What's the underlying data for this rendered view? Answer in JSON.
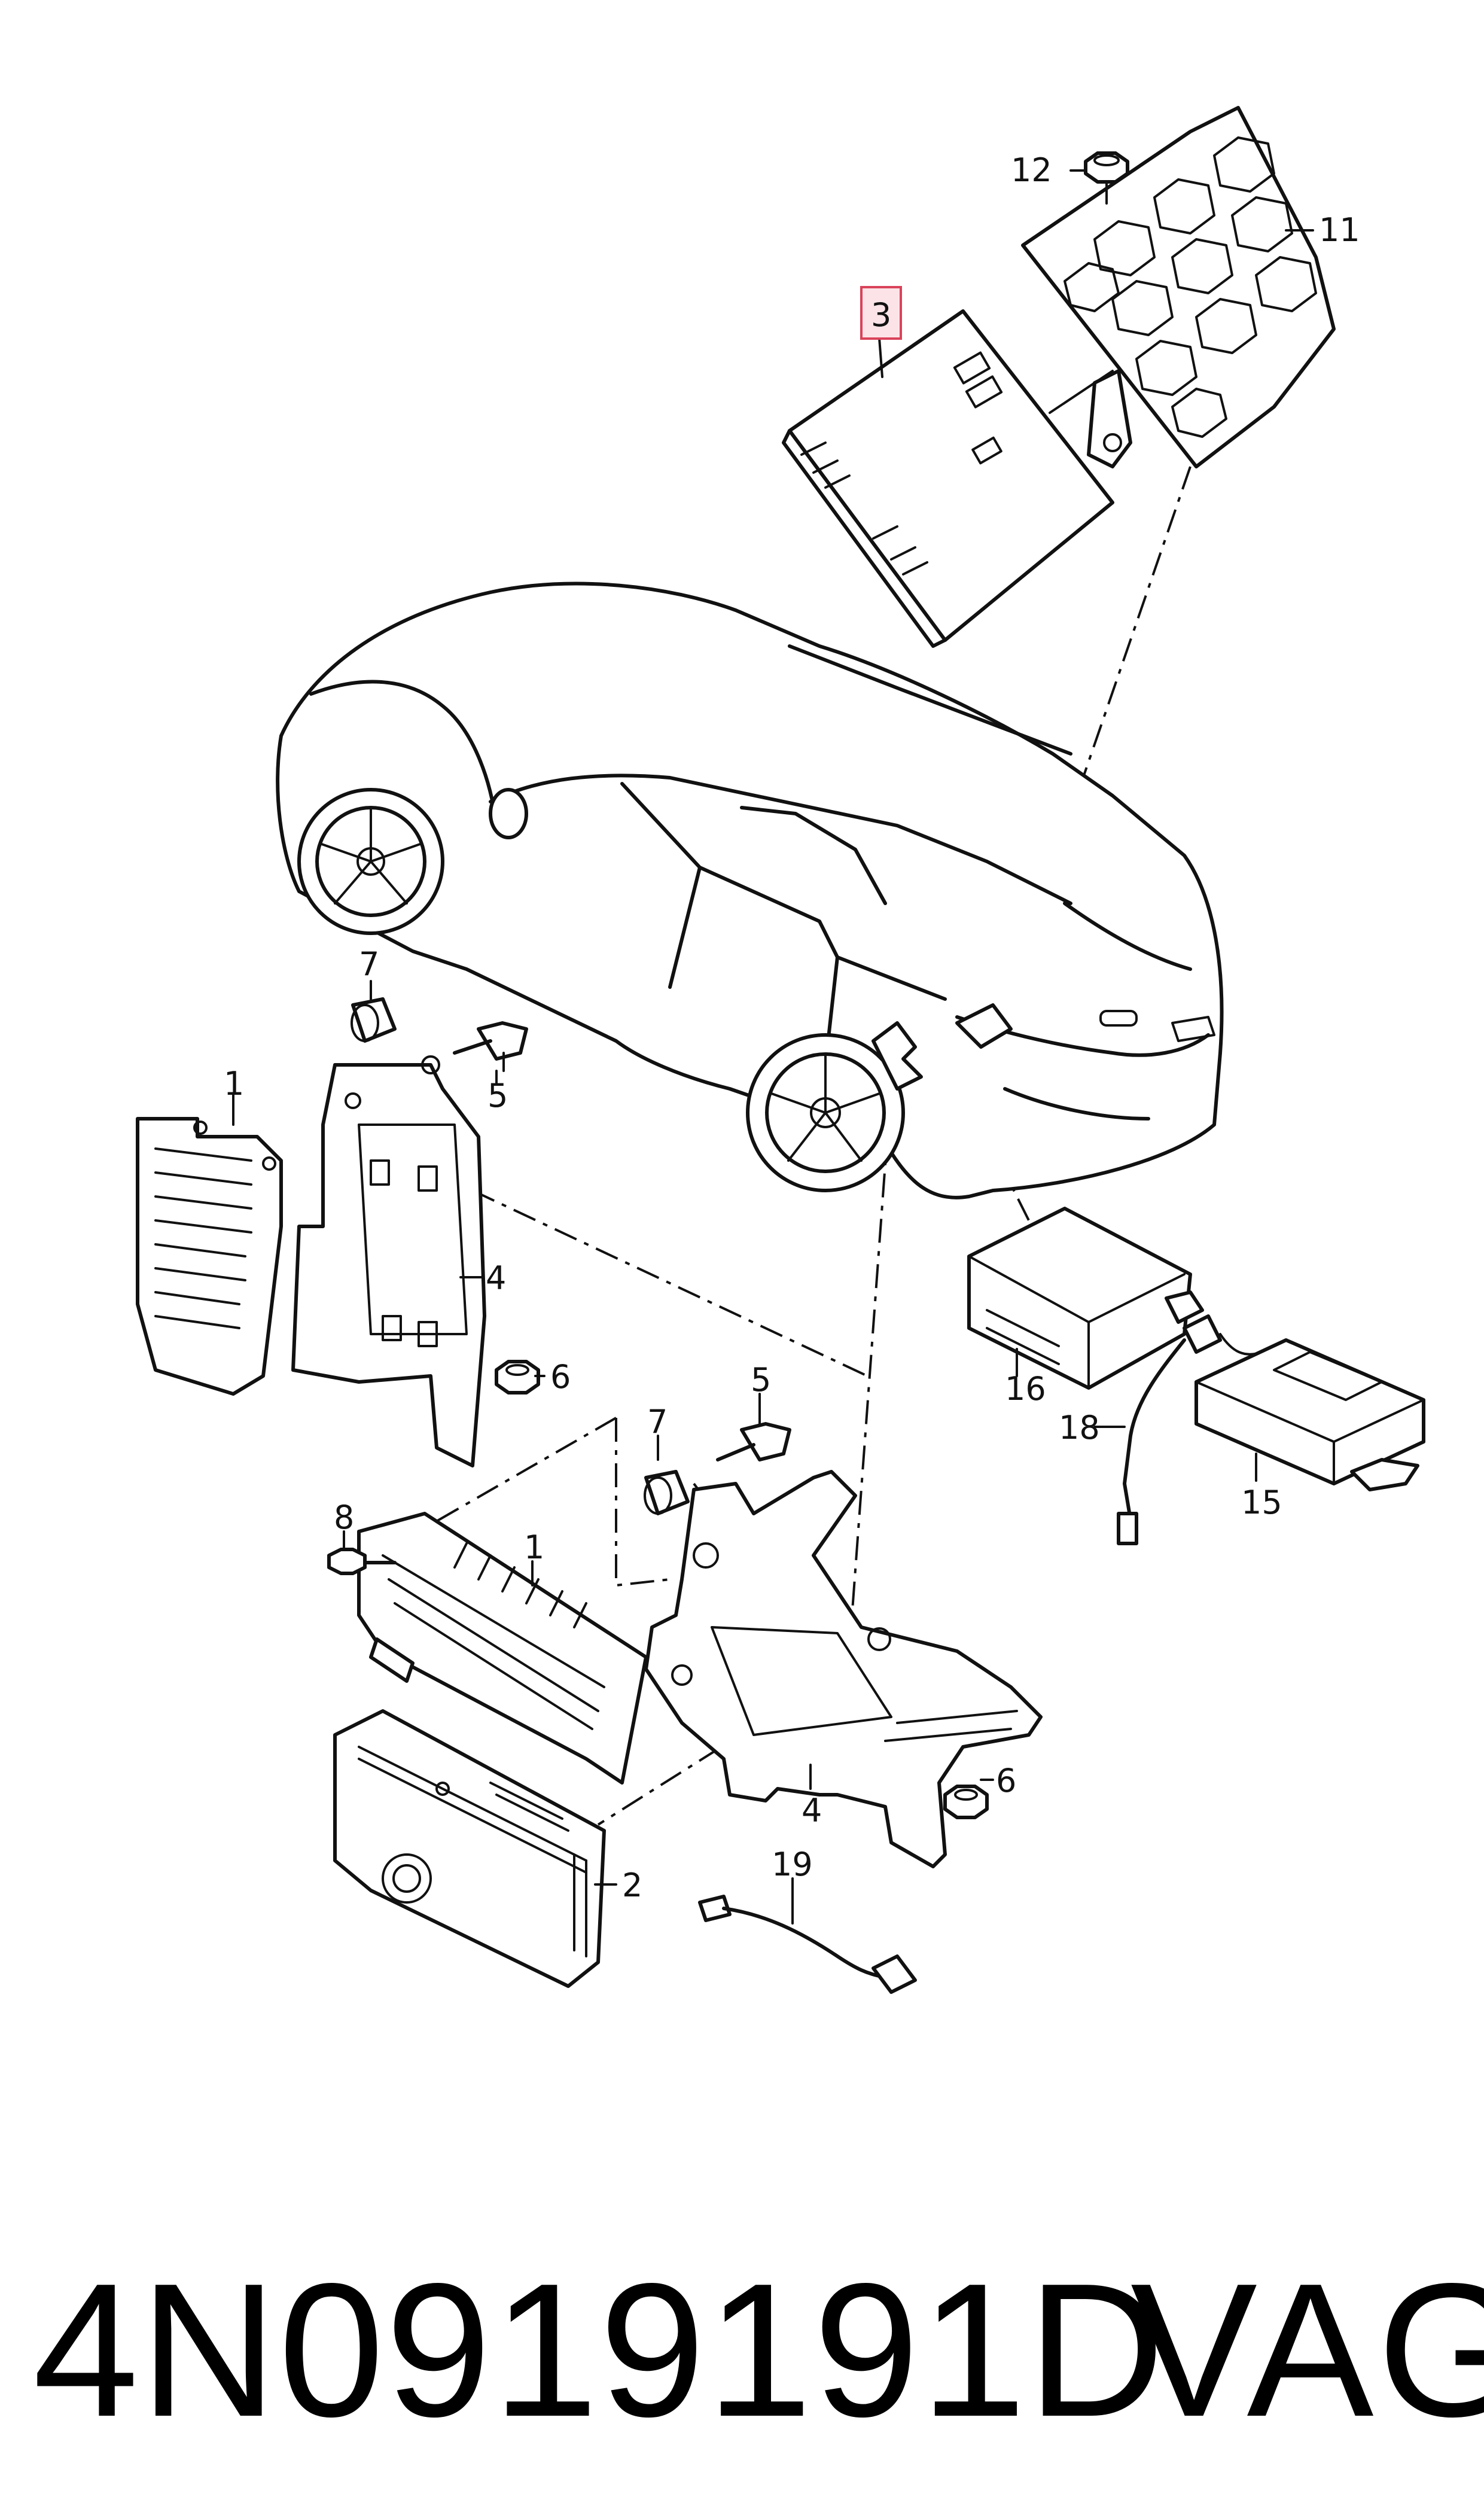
{
  "callouts": {
    "c1a": "1",
    "c1b": "1",
    "c2": "2",
    "c3": "3",
    "c4a": "4",
    "c4b": "4",
    "c5a": "5",
    "c5b": "5",
    "c6a": "6",
    "c6b": "6",
    "c7a": "7",
    "c7b": "7",
    "c8": "8",
    "c11": "11",
    "c12": "12",
    "c15": "15",
    "c16": "16",
    "c18": "18",
    "c19": "19"
  },
  "highlight": {
    "callout": "3",
    "stroke": "#d9435a",
    "fill": "#fbe3e7"
  },
  "footer": {
    "part_number": "4N0919191D",
    "brand": "VAG"
  }
}
